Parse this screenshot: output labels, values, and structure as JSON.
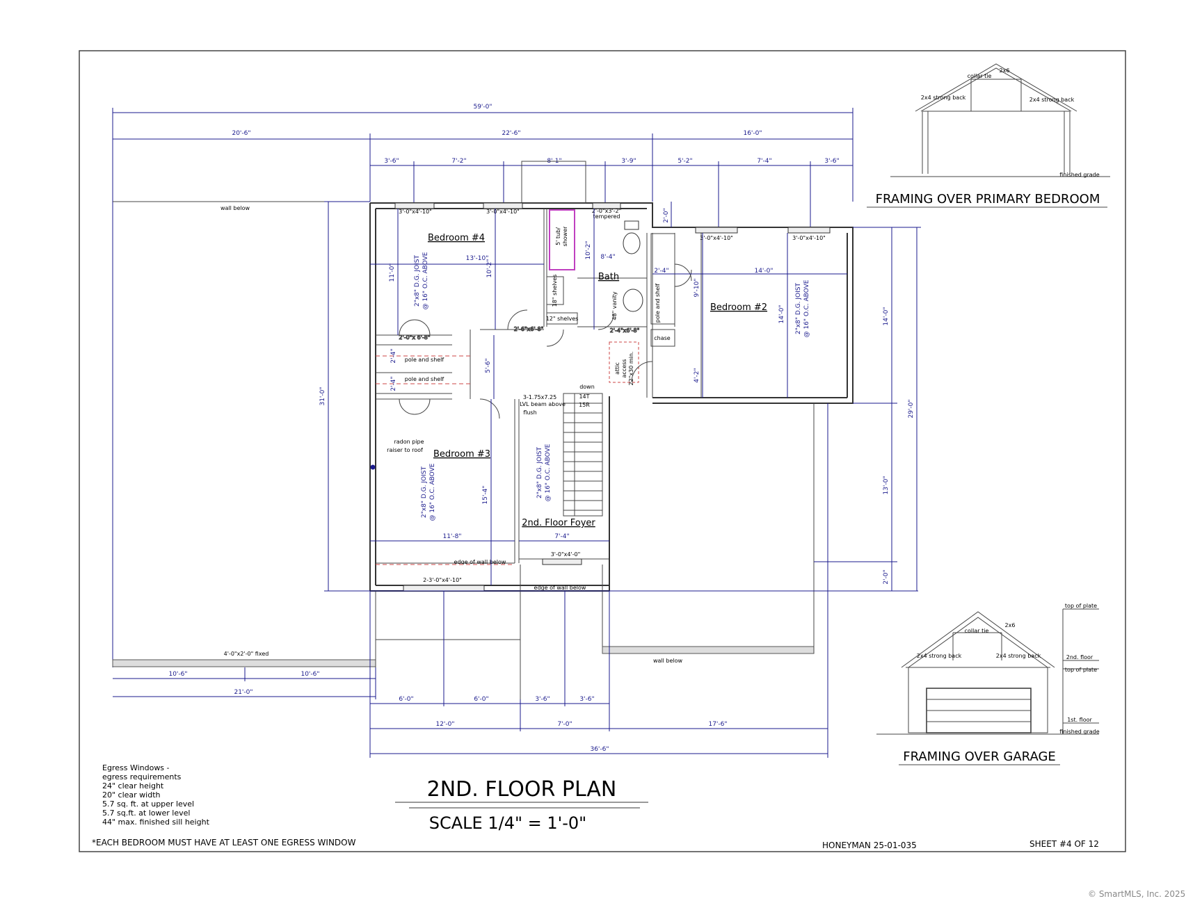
{
  "sheet": {
    "title": "2ND. FLOOR PLAN",
    "scale": "SCALE  1/4\" = 1'-0\"",
    "project": "HONEYMAN 25-01-035",
    "sheet_no": "SHEET #4 OF 12",
    "egress_note": "*EACH BEDROOM MUST HAVE AT LEAST ONE EGRESS WINDOW",
    "watermark": "© SmartMLS, Inc.  2025"
  },
  "egress": {
    "lines": [
      "Egress Windows -",
      "egress requirements",
      "24\" clear height",
      "20\" clear width",
      "5.7 sq. ft. at upper level",
      "5.7 sq.ft. at lower level",
      "44\" max. finished sill height"
    ]
  },
  "rooms": {
    "bed4": "Bedroom #4",
    "bed2": "Bedroom #2",
    "bed3": "Bedroom #3",
    "bath": "Bath",
    "foyer": "2nd. Floor Foyer"
  },
  "dims": {
    "overall": "59'-0\"",
    "left": "20'-6\"",
    "mid": "22'-6\"",
    "right": "16'-0\"",
    "t1": "3'-6\"",
    "t2": "7'-2\"",
    "t3": "8'-1\"",
    "t4": "3'-9\"",
    "t5": "5'-2\"",
    "t6": "7'-4\"",
    "t7": "3'-6\"",
    "bed4_w": "13'-10\"",
    "bed4_h": "11'-0\"",
    "bed4_h2": "10'-2\"",
    "bath_h": "10'-2\"",
    "bath_w": "8'-4\"",
    "bed2_w": "14'-0\"",
    "bed2_h": "14'-0\"",
    "bed2_a": "9'-10\"",
    "bed2_b": "4'-2\"",
    "bed2_c": "2'-4\"",
    "closet_a": "2'-4\"",
    "closet_b": "2'-4\"",
    "hall": "5'-6\"",
    "bed3_w": "11'-8\"",
    "bed3_h": "15'-4\"",
    "foyer_w": "7'-4\"",
    "left_h": "31'-0\"",
    "r1": "14'-0\"",
    "r2": "13'-0\"",
    "r3": "2'-0\"",
    "r_total": "29'-0\"",
    "top_r": "2'-0\"",
    "b1": "10'-6\"",
    "b2": "10'-6\"",
    "b_total": "21'-0\"",
    "c1": "6'-0\"",
    "c2": "6'-0\"",
    "c3": "3'-6\"",
    "c4": "3'-6\"",
    "d1": "12'-0\"",
    "d2": "7'-0\"",
    "d3": "17'-6\"",
    "e_total": "36'-6\""
  },
  "labels": {
    "wall_below": "wall below",
    "wall_below2": "wall below",
    "edge1": "edge of wall below",
    "edge2": "edge of wall below",
    "win1": "3'-0\"x4'-10\"",
    "win2": "3'-0\"x4'-10\"",
    "win3": "3'-0\"x4'-10\"",
    "win4": "3'-0\"x4'-10\"",
    "win5": "2-3'-0\"x4'-10\"",
    "win6": "3'-0\"x4'-0\"",
    "win7": "4'-0\"x2'-0\" fixed",
    "win_bath": "2'-0\"x3'-2\"",
    "tempered": "tempered",
    "tub": "5' tub/",
    "tub2": "shower",
    "shelves1": "18\" shelves",
    "shelves2": "12\" shelves",
    "vanity": "48\" vanity",
    "chase": "chase",
    "attic1": "attic",
    "attic2": "access",
    "attic3": "22\"x30 min.",
    "pole1": "pole and shelf",
    "pole2": "pole and shelf",
    "pole3": "pole and shelf",
    "radon1": "radon pipe",
    "radon2": "raiser to roof",
    "lvl1": "3-1.75x7.25",
    "lvl2": "LVL beam above",
    "lvl3": "flush",
    "down": "down",
    "treads": "14T",
    "risers": "15R",
    "door1": "2'-6\"x6'-8\"",
    "door2": "2'-0\"x 6'-8\"",
    "door3": "2'-4\"x6'-8\"",
    "joist": "2\"x8\" D.G. JOIST",
    "joist_oc": "@ 16\" O.C. ABOVE"
  },
  "framing": {
    "primary_title": "FRAMING OVER PRIMARY BEDROOM",
    "garage_title": "FRAMING OVER GARAGE",
    "collar": "collar tie",
    "strong1": "2x4 strong back",
    "strong2": "2x4 strong back",
    "rafter": "2x6",
    "grade": "finished grade",
    "top_plate": "top of plate",
    "second_floor": "2nd. floor",
    "first_floor": "1st. floor"
  }
}
